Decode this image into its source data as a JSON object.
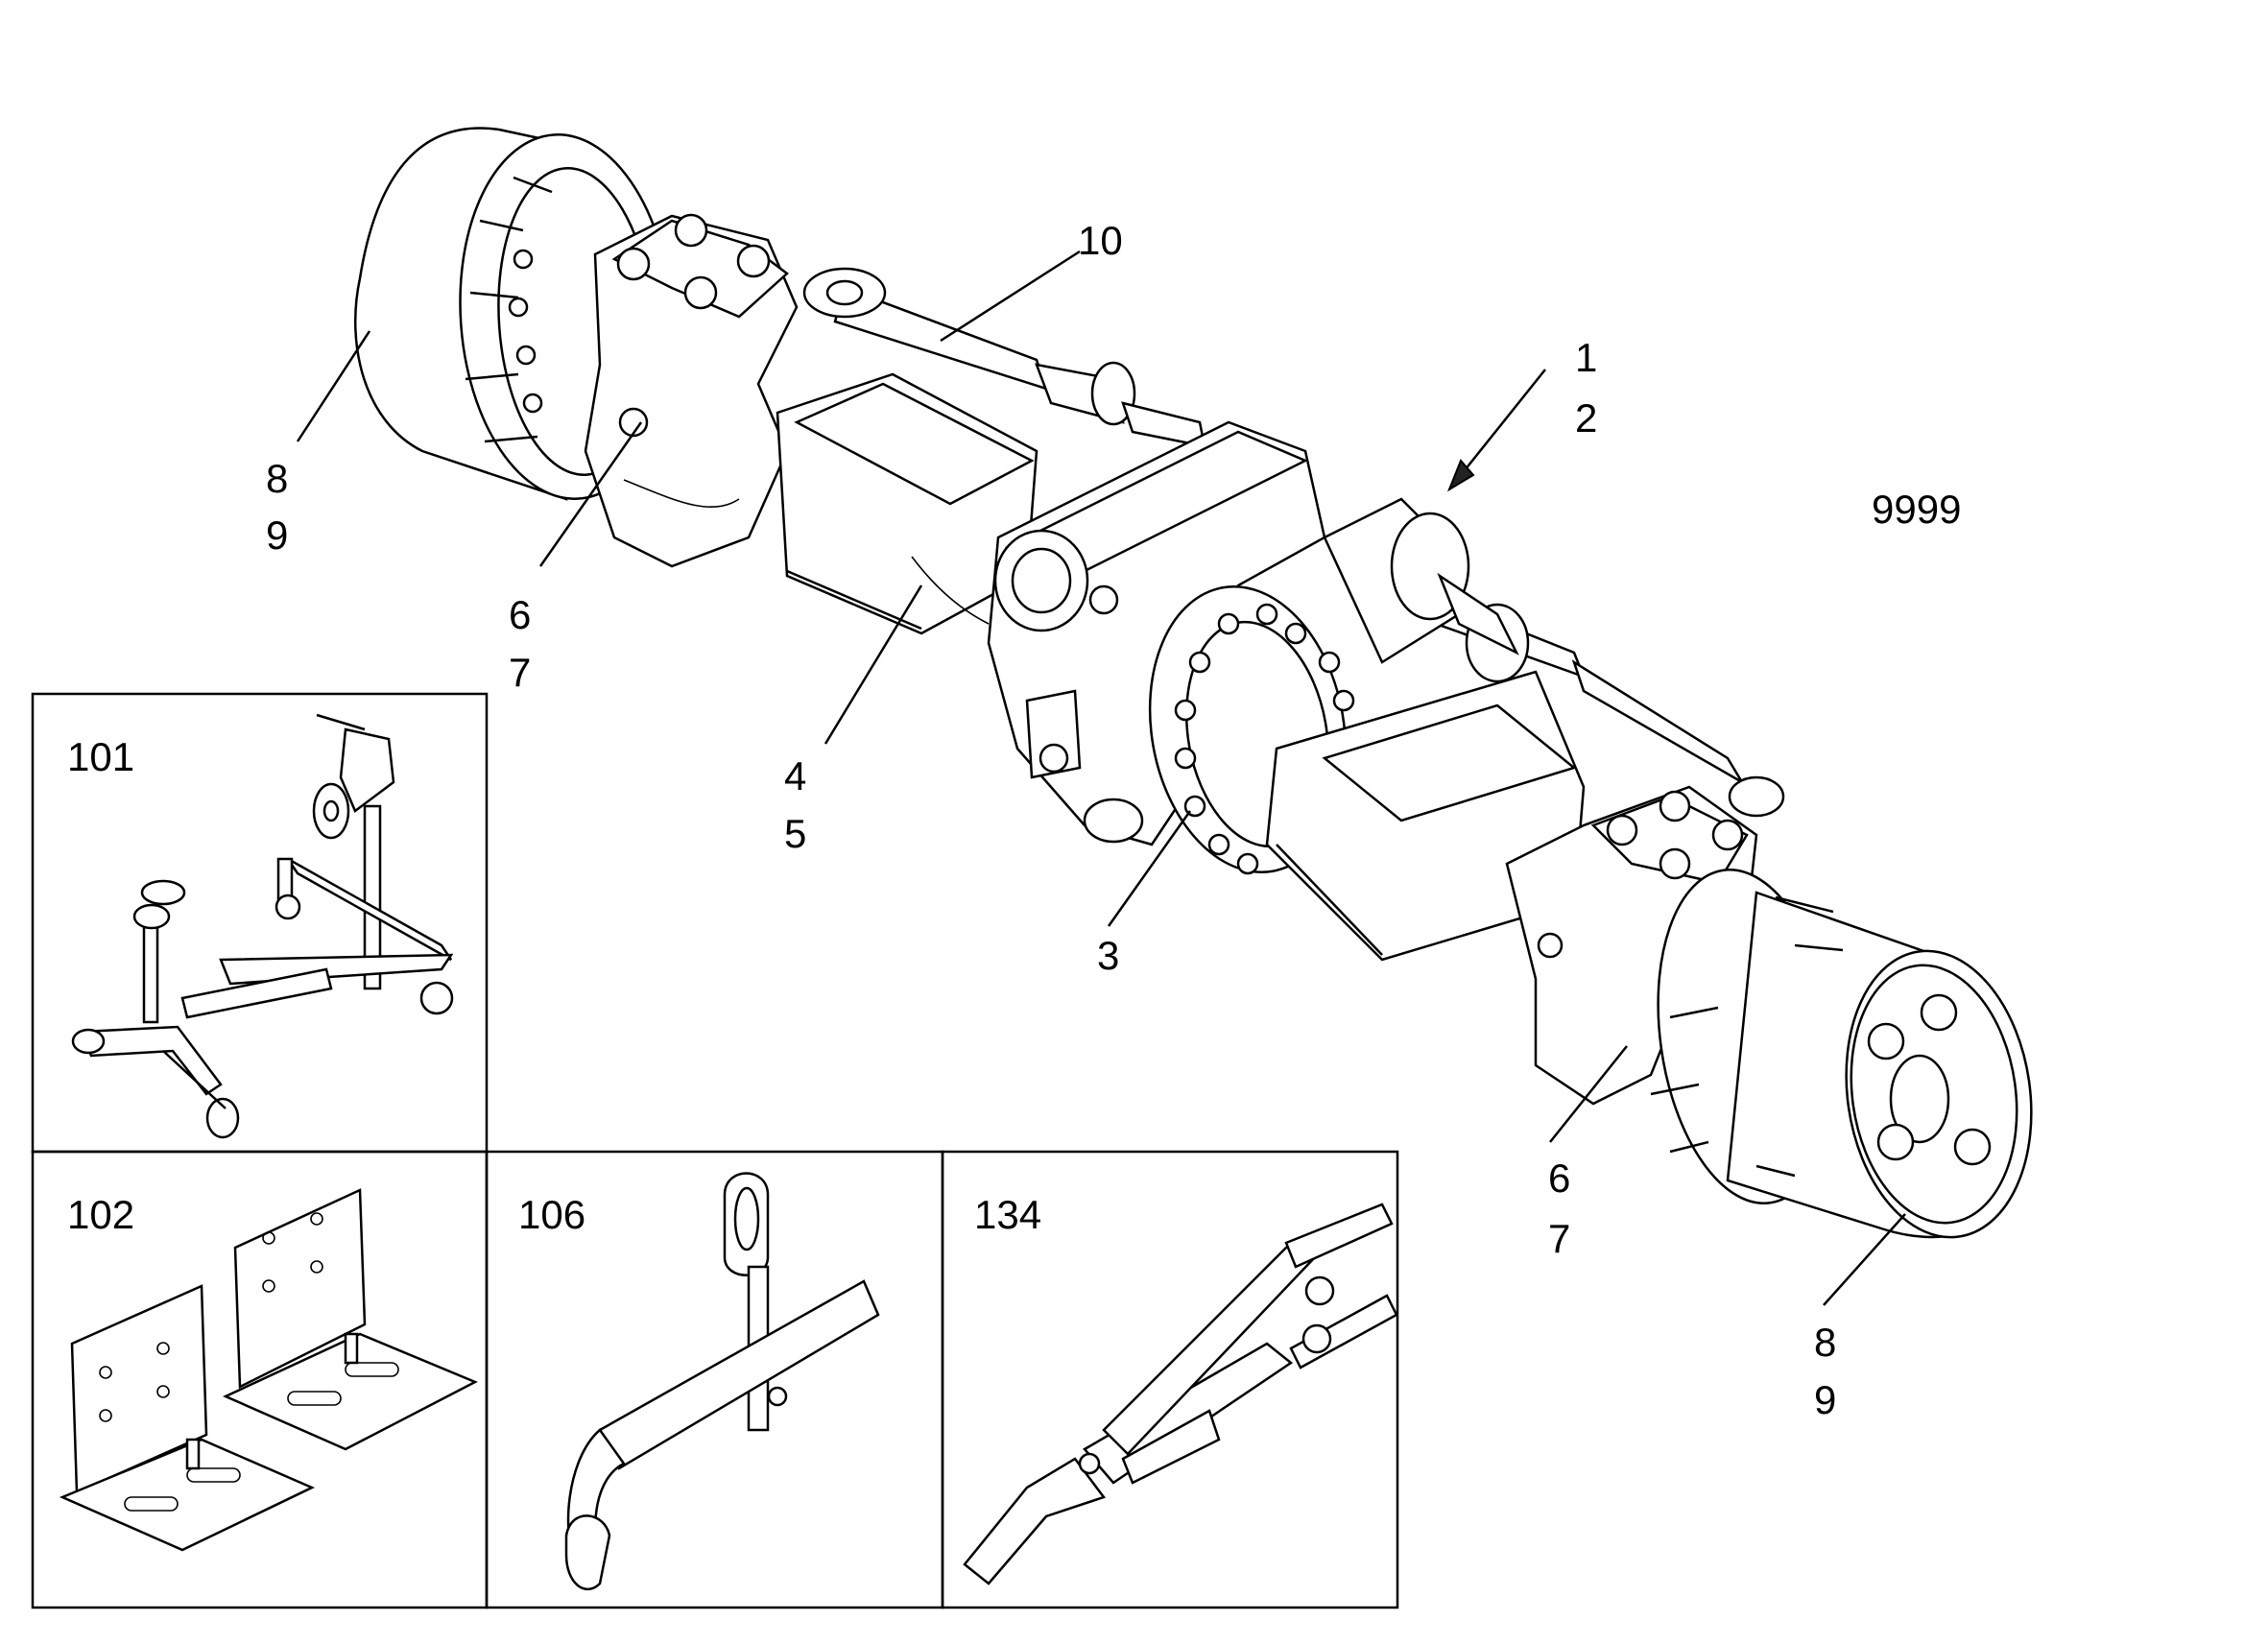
{
  "figure_code": "9999",
  "callouts": {
    "c10": "10",
    "c1": "1",
    "c2": "2",
    "c8a": "8",
    "c9a": "9",
    "c6a": "6",
    "c7a": "7",
    "c4": "4",
    "c5": "5",
    "c3": "3",
    "c6b": "6",
    "c7b": "7",
    "c8b": "8",
    "c9b": "9"
  },
  "tool_boxes": {
    "t101": "101",
    "t102": "102",
    "t106": "106",
    "t134": "134"
  }
}
